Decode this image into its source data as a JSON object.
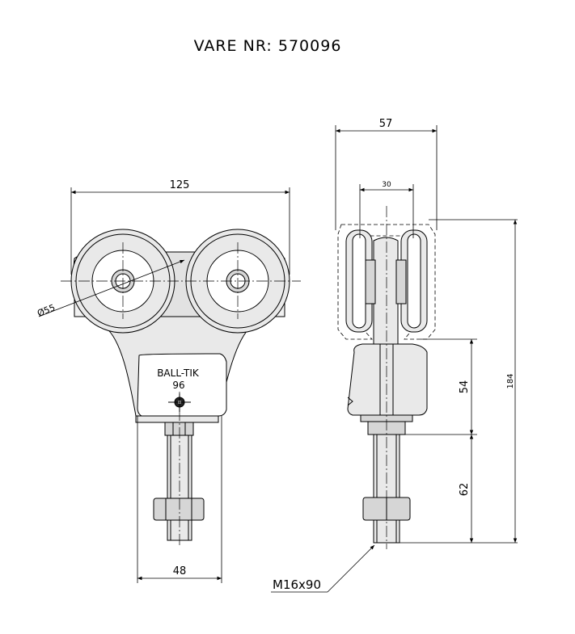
{
  "title": "VARE NR: 570096",
  "front_view": {
    "width_dim": "125",
    "diameter_dim": "Ø55",
    "label_line1": "BALL-TIK",
    "label_line2": "96",
    "bottom_width_dim": "48"
  },
  "side_view": {
    "top_width_dim": "57",
    "inner_width_dim": "30",
    "height_dim_upper": "54",
    "height_dim_lower": "62",
    "total_height_dim": "184",
    "thread_callout": "M16x90"
  }
}
